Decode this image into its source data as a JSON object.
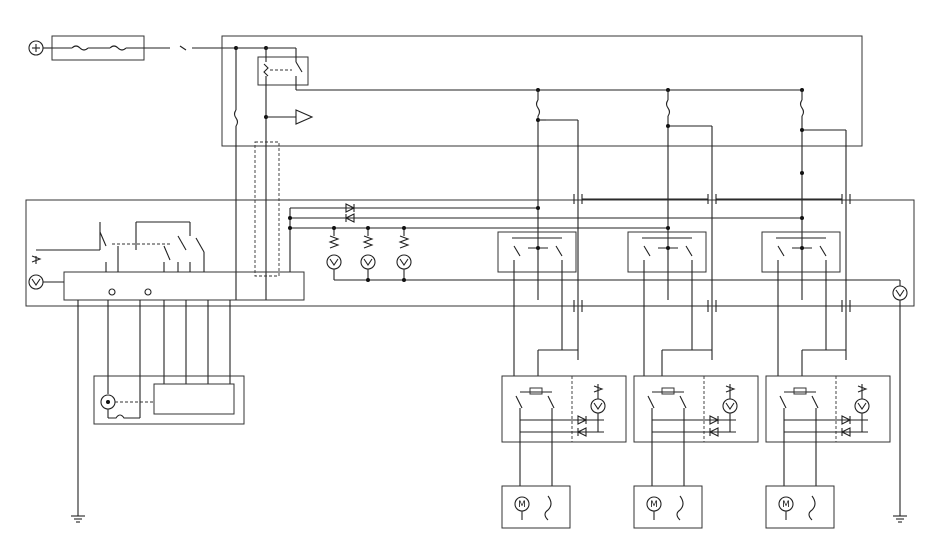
{
  "diagram": {
    "kind": "wiring-schematic",
    "colors": {
      "wire": "#222222",
      "frame": "#333333",
      "background": "#ffffff"
    },
    "symbols": {
      "battery": "battery-positive-icon",
      "lamp": "lamp-icon",
      "motor": "motor-icon",
      "ground": "ground-icon",
      "diode": "diode-icon",
      "fuse": "fuse-icon",
      "relay": "relay-icon",
      "amplifier": "amplifier-icon"
    },
    "counts": {
      "window_units": 3,
      "master_lamps": 3,
      "connector_breaks": 6
    }
  }
}
